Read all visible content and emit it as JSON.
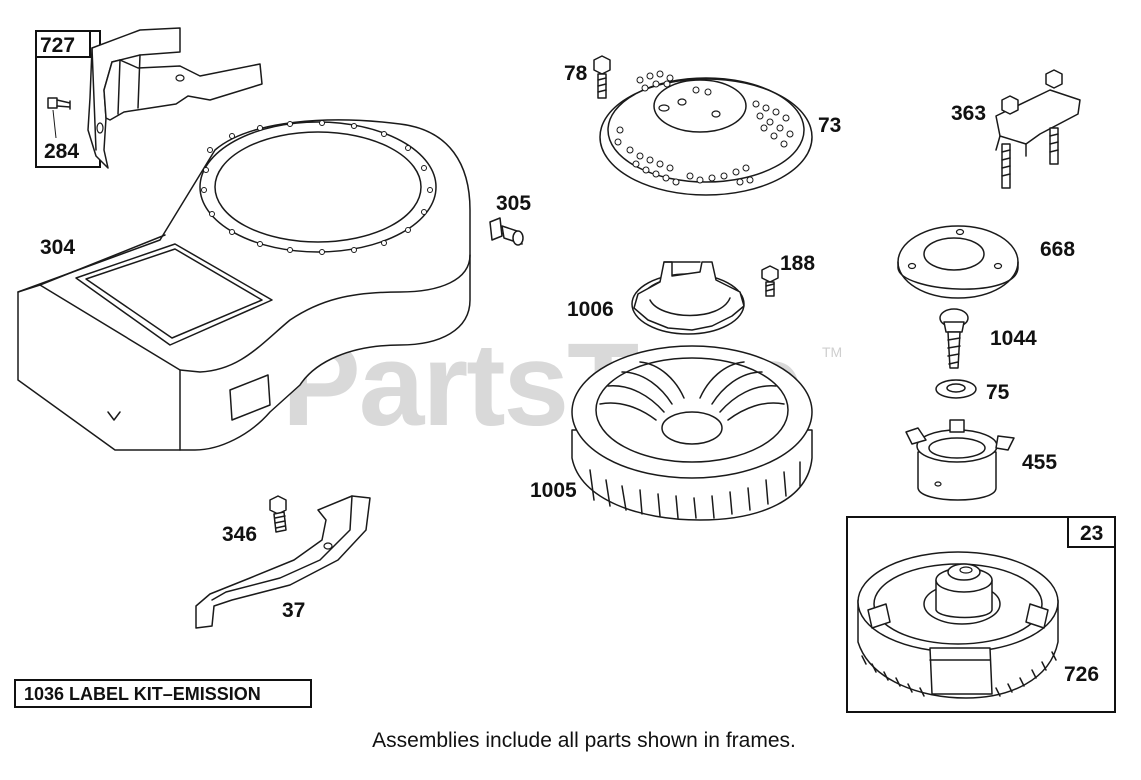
{
  "watermark": {
    "text": "PartsTree",
    "trademark": "TM"
  },
  "callouts": {
    "p727": "727",
    "p284": "284",
    "p304": "304",
    "p305": "305",
    "p346": "346",
    "p37": "37",
    "p78": "78",
    "p73": "73",
    "p1006": "1006",
    "p188": "188",
    "p1005": "1005",
    "p363": "363",
    "p668": "668",
    "p1044": "1044",
    "p75": "75",
    "p455": "455",
    "p23": "23",
    "p726": "726"
  },
  "label_kit": "1036 LABEL KIT–EMISSION",
  "footer_note": "Assemblies include all parts shown in frames."
}
